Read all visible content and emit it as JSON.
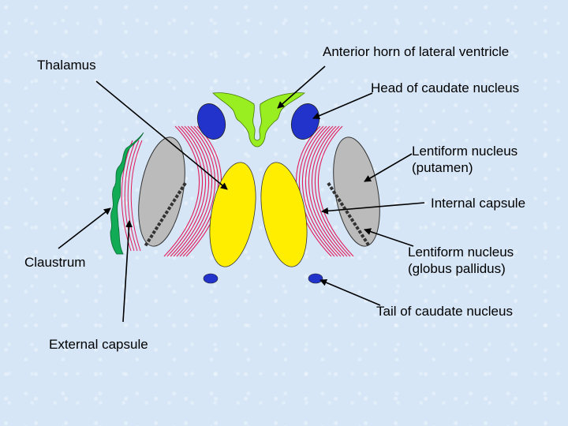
{
  "labels": {
    "thalamus": "Thalamus",
    "anterior_horn": "Anterior horn of lateral ventricle",
    "head_caudate": "Head of caudate nucleus",
    "putamen_line1": "Lentiform nucleus",
    "putamen_line2": "(putamen)",
    "internal_capsule": "Internal capsule",
    "pallidus_line1": "Lentiform nucleus",
    "pallidus_line2": "(globus pallidus)",
    "claustrum": "Claustrum",
    "tail_caudate": "Tail of caudate nucleus",
    "external_capsule": "External capsule"
  },
  "colors": {
    "ventricle": "#99ee22",
    "caudate": "#2233cc",
    "putamen": "#bbbbbb",
    "globus_pallidus": "#ffee00",
    "claustrum": "#11aa55",
    "capsule_fibers": "#e21a5a",
    "capsule_boundary": "#333333"
  }
}
